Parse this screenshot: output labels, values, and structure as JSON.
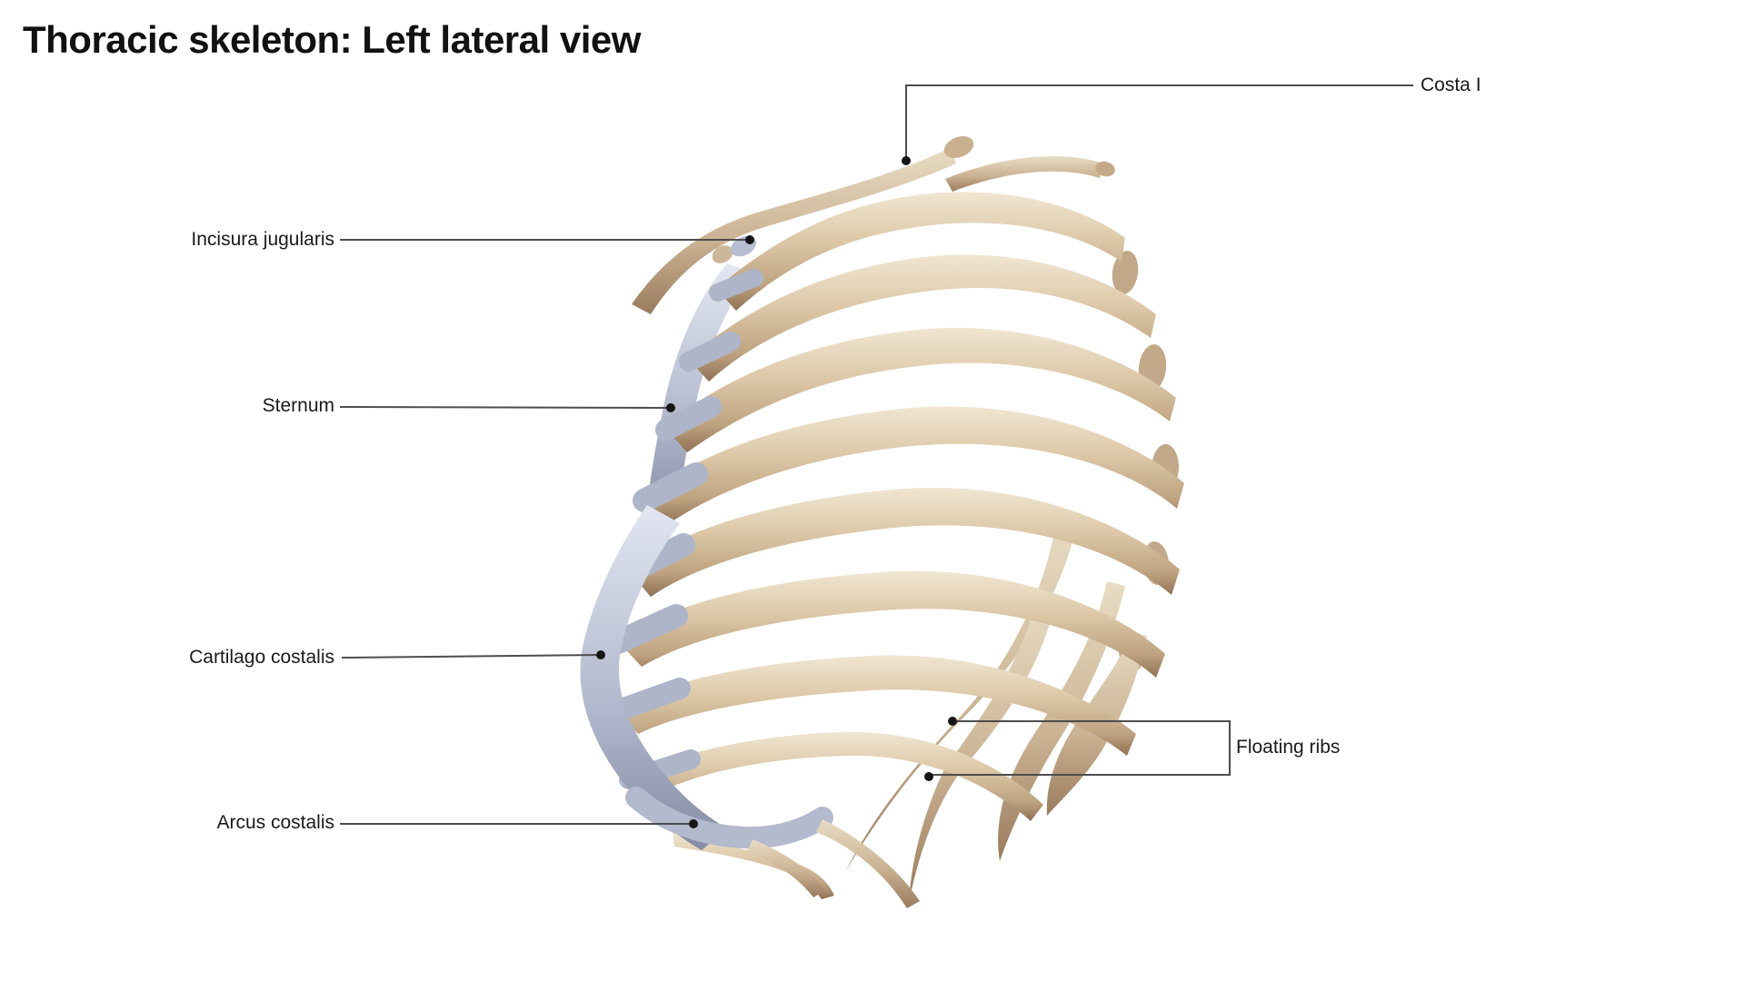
{
  "title": "Thoracic skeleton: Left lateral view",
  "annotations": {
    "costa_i": "Costa I",
    "incisura_jugularis": "Incisura jugularis",
    "sternum": "Sternum",
    "cartilago_costalis": "Cartilago costalis",
    "arcus_costalis": "Arcus costalis",
    "floating_ribs": "Floating ribs"
  },
  "colors": {
    "background": "#ffffff",
    "bone_highlight": "#f0e6d2",
    "bone_light": "#e6d7bc",
    "bone_mid": "#cdb696",
    "bone_shadow": "#96775a",
    "cartilage_light": "#dfe3ef",
    "cartilage_mid": "#aab1c7",
    "cartilage_shadow": "#7d8499",
    "leader_line": "#4d4d4d",
    "label_text": "#1a1a1a",
    "title_text": "#111111"
  }
}
